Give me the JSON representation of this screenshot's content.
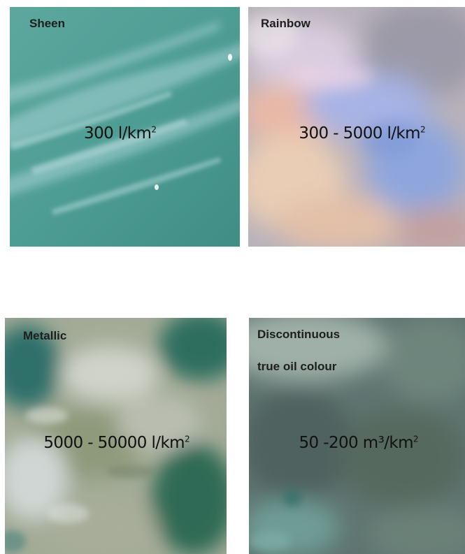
{
  "panels": [
    {
      "label_lines": [
        "Sheen"
      ],
      "value_text": "300 l/km",
      "value_sup": "2"
    },
    {
      "label_lines": [
        "Rainbow"
      ],
      "value_text": "300 -  5000 l/km",
      "value_sup": "2"
    },
    {
      "label_lines": [
        "Metallic"
      ],
      "value_text": "5000 -  50000 l/km",
      "value_sup": "2"
    },
    {
      "label_lines": [
        "Discontinuous",
        "true oil colour"
      ],
      "value_text": "50 -200 m³/km",
      "value_sup": "2"
    }
  ],
  "colors": {
    "sheen_sea": "#4f9e94",
    "rainbow_blue": "#8fa5d8",
    "metallic_olive": "#9aa58c",
    "discontinuous_dark": "#5e7470"
  }
}
